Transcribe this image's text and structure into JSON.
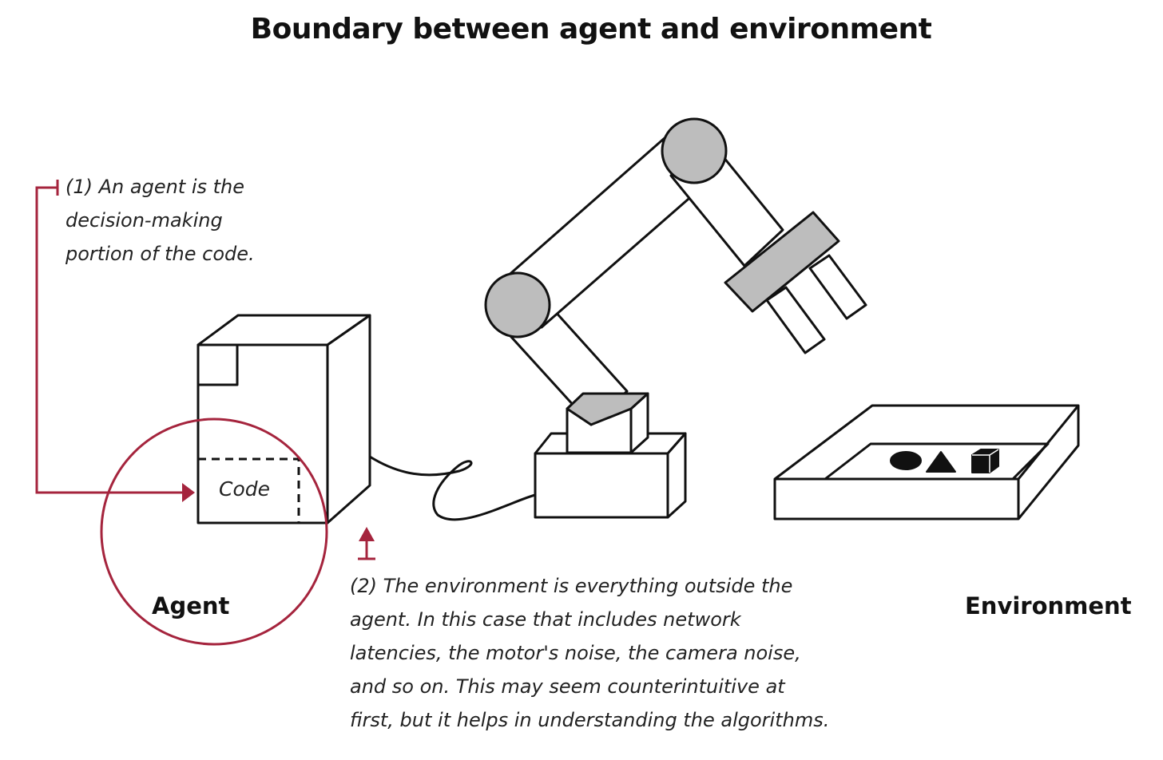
{
  "title": "Boundary between agent and environment",
  "annotations": {
    "agent_note": [
      "(1) An agent is the",
      "decision-making",
      "portion of the code."
    ],
    "environment_note": [
      "(2) The environment is everything outside the",
      "agent. In this case that includes network",
      "latencies, the motor's noise, the camera noise,",
      "and so on. This may seem counterintuitive at",
      "first, but it helps in understanding the algorithms."
    ]
  },
  "labels": {
    "code": "Code",
    "agent": "Agent",
    "environment": "Environment"
  },
  "colors": {
    "accent": "#a5243d",
    "line": "#111111",
    "gray_fill": "#bdbdbd"
  }
}
